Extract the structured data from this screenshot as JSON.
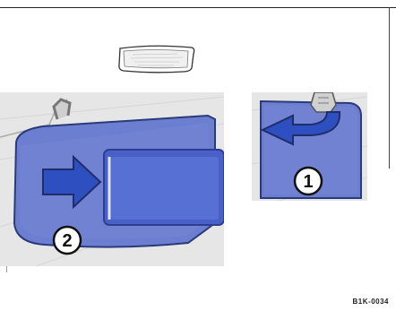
{
  "steps": {
    "step_1": "1",
    "step_2": "2"
  },
  "reference_code": "B1K-0034",
  "colors": {
    "visor_blue": "#6c7ecf",
    "mirror_blue": "#4860c8",
    "arrow_blue": "#2e4fbf",
    "background_gray": "#e6e6e6"
  },
  "icons": {
    "step_1_arrow": "curved-arrow-left-icon",
    "step_2_arrow": "arrow-right-icon",
    "visor_clip": "clip-icon"
  }
}
